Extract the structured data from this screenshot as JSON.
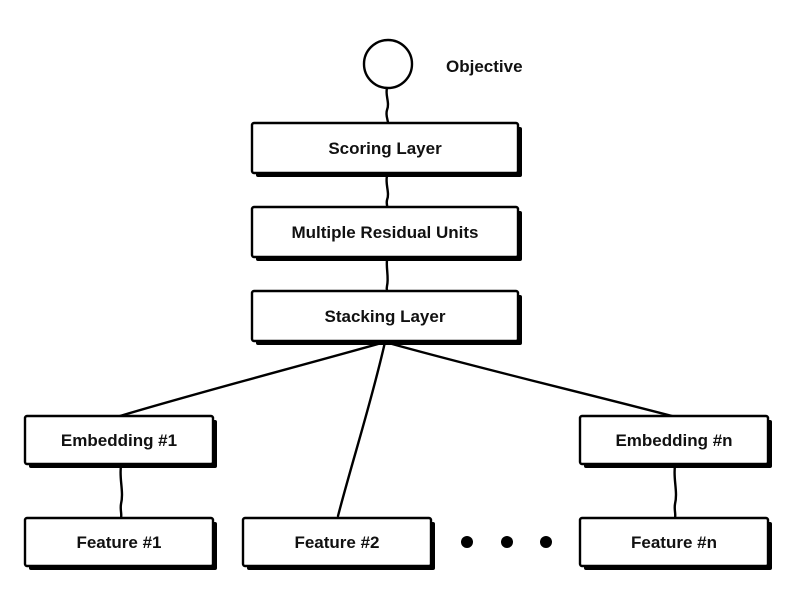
{
  "diagram": {
    "objective": {
      "label": "Objective"
    },
    "scoring": {
      "label": "Scoring Layer"
    },
    "residual": {
      "label": "Multiple Residual Units"
    },
    "stacking": {
      "label": "Stacking Layer"
    },
    "embedding_1": {
      "label": "Embedding #1"
    },
    "embedding_n": {
      "label": "Embedding #n"
    },
    "feature_1": {
      "label": "Feature #1"
    },
    "feature_2": {
      "label": "Feature #2"
    },
    "feature_n": {
      "label": "Feature #n"
    }
  }
}
